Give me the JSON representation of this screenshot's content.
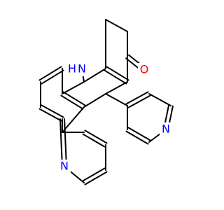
{
  "colors": {
    "background": "#ffffff",
    "bond": "#000000",
    "nitrogen": "#0000ff",
    "oxygen": "#ff0000"
  },
  "atom_labels": {
    "nh": "H",
    "n_amine": "N",
    "o_ketone": "O",
    "n_pyridine": "N",
    "n_quinoline": "N"
  }
}
